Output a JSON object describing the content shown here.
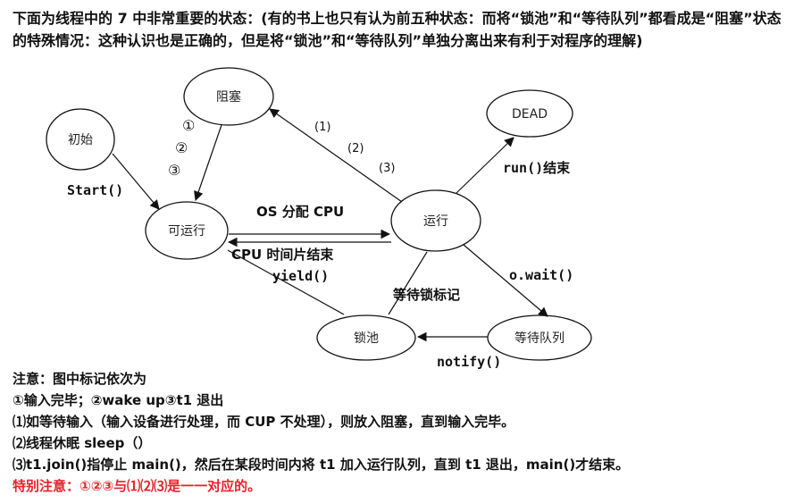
{
  "intro": "下面为线程中的 7 中非常重要的状态：(有的书上也只有认为前五种状态：而将“锁池”和“等待队列”都看成是“阻塞”状态的特殊情况：这种认识也是正确的，但是将“锁池”和“等待队列”单独分离出来有利于对程序的理解)",
  "nodes": {
    "start": "初始",
    "blocked": "阻塞",
    "runnable": "可运行",
    "running": "运行",
    "dead": "DEAD",
    "lock_pool": "锁池",
    "wait_queue": "等待队列"
  },
  "edges": {
    "start": "Start()",
    "os_cpu": "OS 分配 CPU",
    "cpu_slice_end": "CPU 时间片结束",
    "yield": "yield()",
    "run_end": "run()结束",
    "wait": "o.wait()",
    "wait_lock": "等待锁标记",
    "notify": "notify()"
  },
  "markers": {
    "circled": [
      "①",
      "②",
      "③"
    ],
    "paren": [
      "(1)",
      "(2)",
      "(3)"
    ]
  },
  "notes": [
    "注意：图中标记依次为",
    "①输入完毕；②wake up③t1 退出",
    "⑴如等待输入（输入设备进行处理，而 CUP 不处理），则放入阻塞，直到输入完毕。",
    "⑵线程休眠 sleep（）",
    "⑶t1.join()指停止 main()，然后在某段时间内将 t1 加入运行队列，直到 t1 退出，main()才结束。"
  ],
  "special_note": "特别注意：①②③与⑴⑵⑶是一一对应的。",
  "colors": {
    "text": "#111111",
    "highlight": "#e8212a"
  }
}
